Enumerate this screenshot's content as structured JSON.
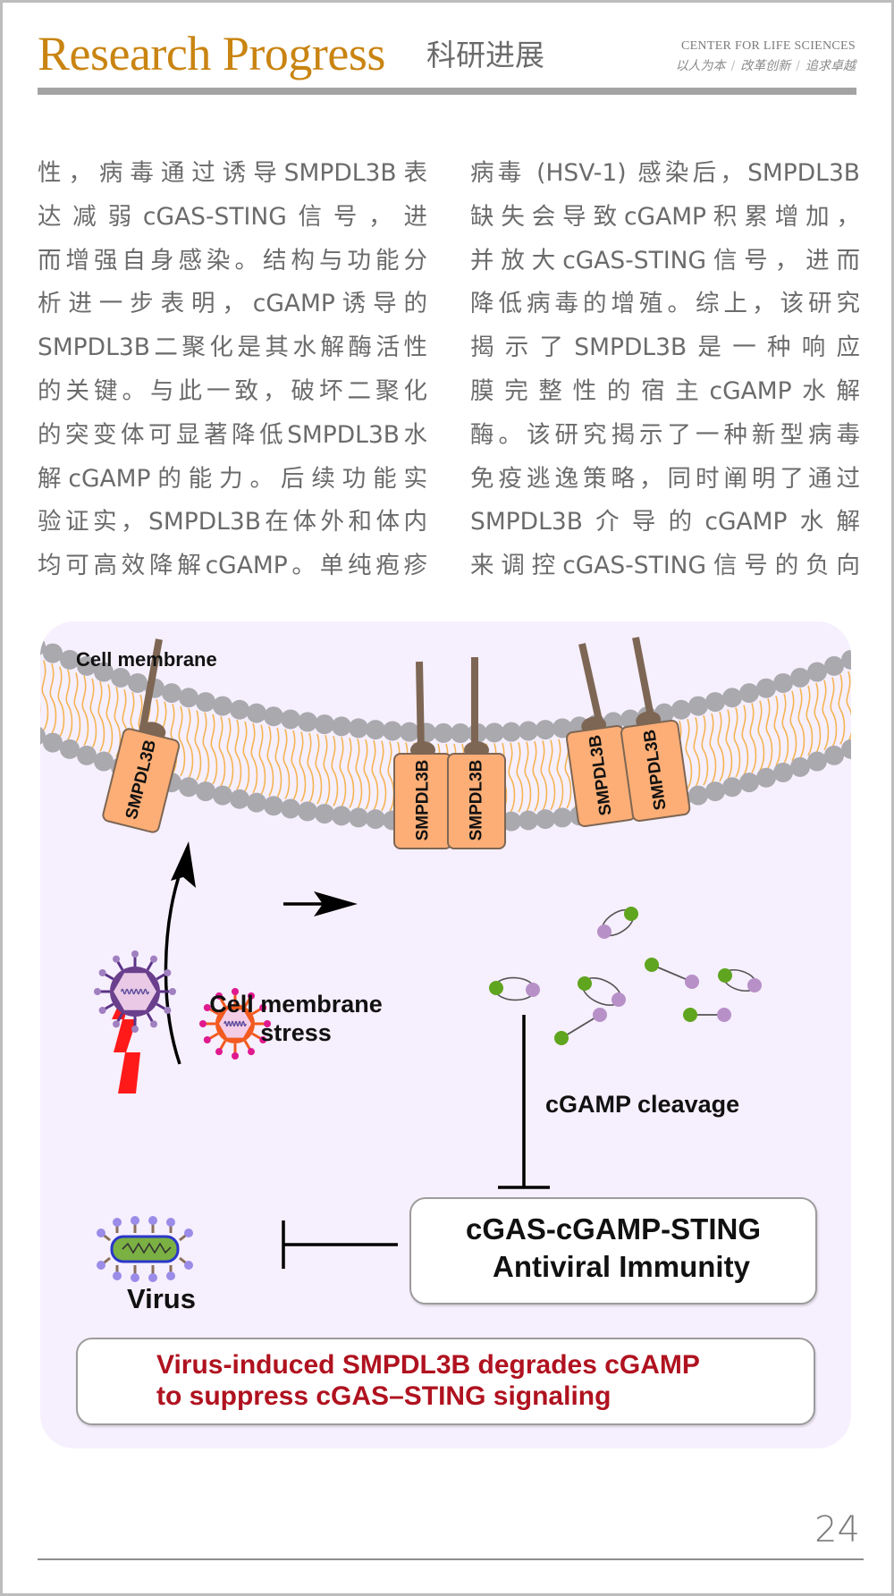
{
  "header": {
    "title_en": "Research Progress",
    "title_cn": "科研进展",
    "org": "CENTER FOR  LIFE SCIENCES",
    "motto": [
      "以人为本",
      "改革创新",
      "追求卓越"
    ],
    "motto_separator": "/",
    "title_color": "#c98411"
  },
  "body": {
    "left_column": [
      "性，病毒通过诱导SMPDL3B表",
      "达减弱cGAS-STING信号，进",
      "而增强自身感染。结构与功能分",
      "析进一步表明，cGAMP诱导的",
      "SMPDL3B二聚化是其水解酶活性",
      "的关键。与此一致，破坏二聚化",
      "的突变体可显著降低SMPDL3B水",
      "解cGAMP的能力。后续功能实",
      "验证实，SMPDL3B在体外和体内",
      "均可高效降解cGAMP。单纯疱疹"
    ],
    "right_column": [
      "病毒 (HSV-1) 感染后，SMPDL3B",
      "缺失会导致cGAMP积累增加，",
      "并放大cGAS-STING信号，进而",
      "降低病毒的增殖。综上，该研究",
      "揭示了SMPDL3B是一种响应",
      "膜完整性的宿主cGAMP水解",
      "酶。该研究揭示了一种新型病毒",
      "免疫逃逸策略，同时阐明了通过",
      "SMPDL3B介导的cGAMP水解",
      "来调控cGAS-STING信号的负向"
    ]
  },
  "figure": {
    "membrane_label": "Cell membrane",
    "protein_label": "SMPDL3B",
    "stress_label_line1": "Cell membrane",
    "stress_label_line2": "stress",
    "cleavage_label": "cGAMP cleavage",
    "virus_label": "Virus",
    "sting_box_line1": "cGAS-cGAMP-STING",
    "sting_box_line2": "Antiviral Immunity",
    "summary_line1": "Virus-induced SMPDL3B degrades cGAMP",
    "summary_line2": "to suppress cGAS–STING signaling",
    "colors": {
      "background": "#f6effd",
      "lipid_head": "#a9a9ae",
      "lipid_tail": "#f5b453",
      "protein_fill": "#fcae76",
      "protein_stem": "#7d6654",
      "cgamp_green": "#5fa51f",
      "cgamp_purple": "#b790c8",
      "stress_red": "#ff1a1a",
      "summary_red": "#b0121f"
    }
  },
  "footer": {
    "page_number": "24"
  }
}
